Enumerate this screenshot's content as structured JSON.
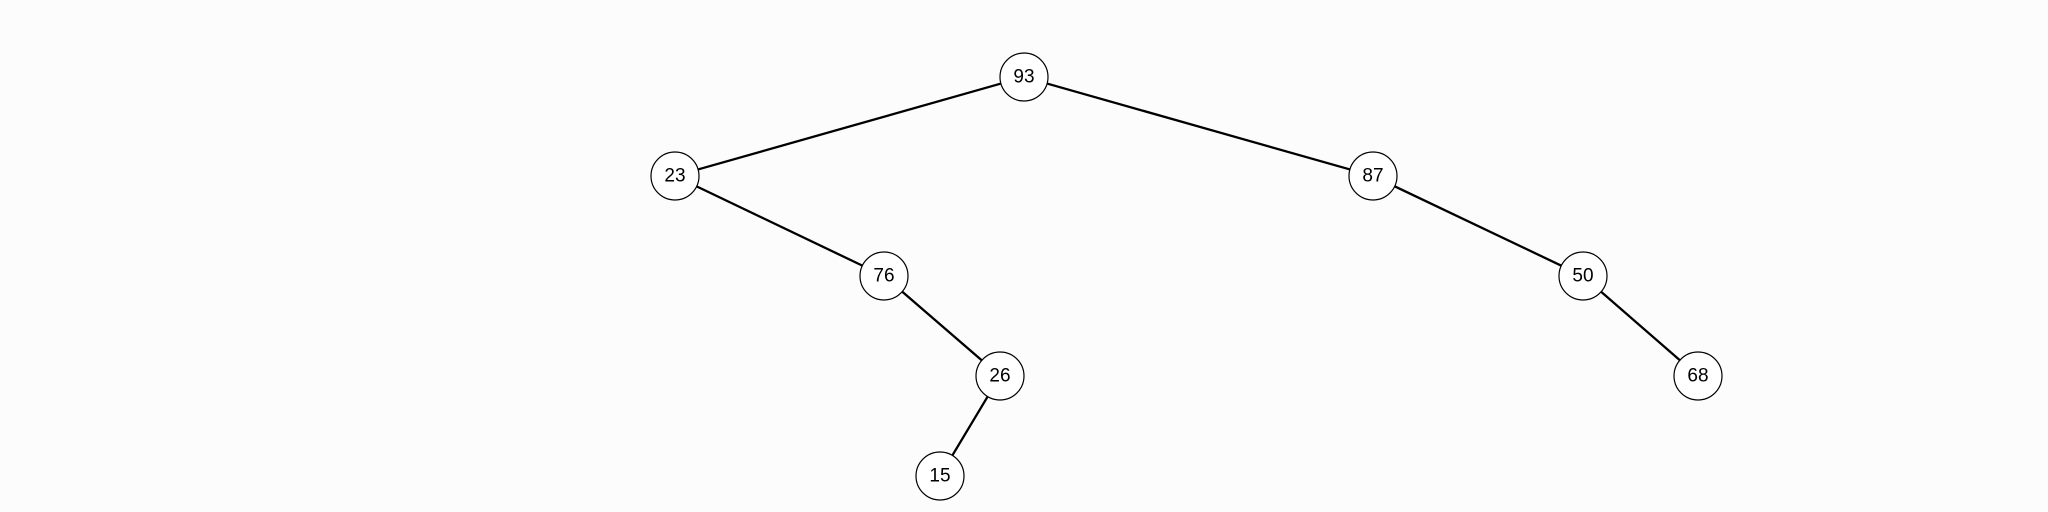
{
  "tree": {
    "nodes": [
      {
        "id": "n93",
        "label": "93",
        "parent": null
      },
      {
        "id": "n23",
        "label": "23",
        "parent": "n93"
      },
      {
        "id": "n87",
        "label": "87",
        "parent": "n93"
      },
      {
        "id": "n76",
        "label": "76",
        "parent": "n23"
      },
      {
        "id": "n50",
        "label": "50",
        "parent": "n87"
      },
      {
        "id": "n26",
        "label": "26",
        "parent": "n76"
      },
      {
        "id": "n68",
        "label": "68",
        "parent": "n50"
      },
      {
        "id": "n15",
        "label": "15",
        "parent": "n26"
      }
    ]
  }
}
